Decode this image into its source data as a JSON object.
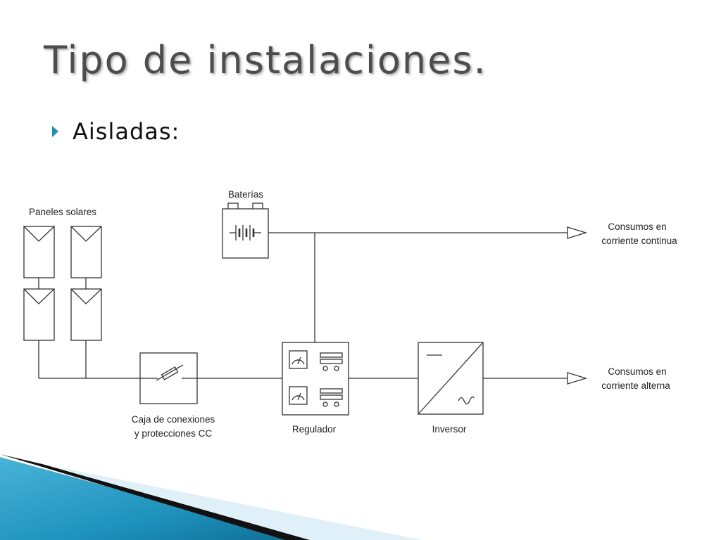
{
  "slide": {
    "title": "Tipo de instalaciones.",
    "bullet": "Aisladas:"
  },
  "diagram": {
    "labels": {
      "paneles": "Paneles solares",
      "baterias": "Baterías",
      "consumo_cc_1": "Consumos en",
      "consumo_cc_2": "corriente continua",
      "consumo_ca_1": "Consumos en",
      "consumo_ca_2": "corriente alterna",
      "caja_1": "Caja de conexiones",
      "caja_2": "y protecciones CC",
      "regulador": "Regulador",
      "inversor": "Inversor"
    }
  },
  "colors": {
    "title": "#4d4d4d",
    "bullet_accent": "#1c8fb5",
    "line": "#333333",
    "deco_blue": "#1f93bd",
    "deco_light": "#dff0f8"
  },
  "icons": {
    "bullet": "triangle-right-icon",
    "battery": "battery-icon",
    "fuse": "fuse-icon",
    "meter": "meter-icon",
    "inverter": "dc-ac-inverter-icon",
    "load_arrow": "open-arrow-icon"
  }
}
